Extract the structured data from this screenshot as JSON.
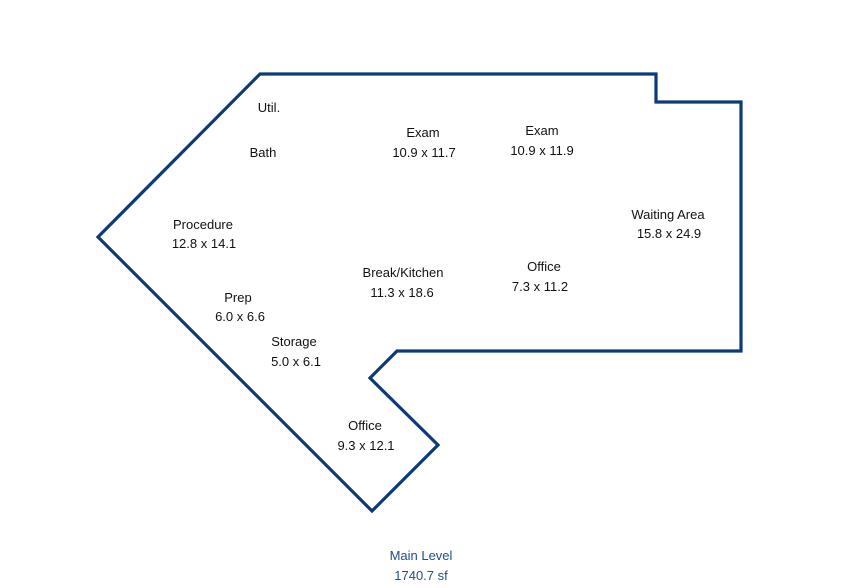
{
  "colors": {
    "outline": "#0d3a78",
    "room_text": "#111111",
    "caption": "#1f4e8c",
    "background": "#ffffff"
  },
  "rooms": {
    "util": {
      "name": "Util."
    },
    "bath": {
      "name": "Bath"
    },
    "exam_left": {
      "name": "Exam",
      "dims": "10.9 x 11.7"
    },
    "exam_right": {
      "name": "Exam",
      "dims": "10.9 x 11.9"
    },
    "procedure": {
      "name": "Procedure",
      "dims": "12.8 x 14.1"
    },
    "waiting": {
      "name": "Waiting Area",
      "dims": "15.8 x 24.9"
    },
    "break_kitchen": {
      "name": "Break/Kitchen",
      "dims": "11.3 x 18.6"
    },
    "office_right": {
      "name": "Office",
      "dims": "7.3 x 11.2"
    },
    "prep": {
      "name": "Prep",
      "dims": "6.0 x 6.6"
    },
    "storage": {
      "name": "Storage",
      "dims": "5.0 x 6.1"
    },
    "office_bottom": {
      "name": "Office",
      "dims": "9.3 x 12.1"
    }
  },
  "caption": {
    "level": "Main Level",
    "area": "1740.7 sf"
  }
}
